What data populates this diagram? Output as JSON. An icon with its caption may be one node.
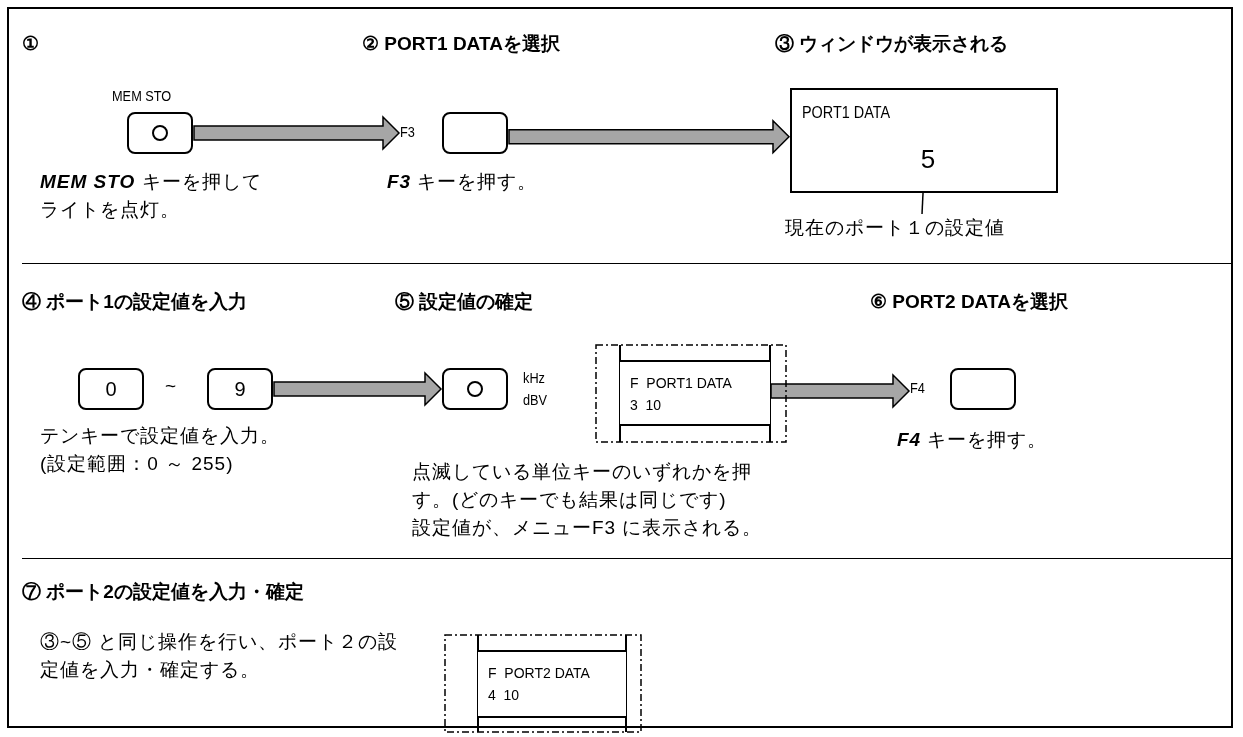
{
  "diagram": {
    "nodes": [
      {
        "text": [],
        "shape": "box",
        "beside": [
          "MEM STO"
        ]
      },
      {
        "text": [],
        "shape": "box",
        "beside": [
          "F3"
        ]
      },
      {
        "text": [
          "PORT1 DATA"
        ]
      },
      {
        "text": [
          "5"
        ],
        "in": 2
      },
      {
        "text": [
          "現在のポート１の設定値"
        ]
      },
      {
        "text": [
          "0"
        ]
      },
      {
        "text": [
          "9"
        ]
      },
      {
        "text": [],
        "shape": "box",
        "beside": [
          "kHz",
          "dBV"
        ]
      },
      {
        "text": [
          "F  PORT1 DATA",
          "3  10"
        ]
      },
      {
        "text": [],
        "shape": "box",
        "beside": [
          "F4"
        ]
      },
      {
        "text": [
          "F  PORT2 DATA",
          "4  10"
        ]
      }
    ],
    "edges": [
      {
        "from": 0,
        "to": 1,
        "arrow": "to"
      },
      {
        "from": 1,
        "to": 2,
        "arrow": "to"
      },
      {
        "from": 4,
        "to": 3,
        "arrow": "none"
      },
      {
        "from": 6,
        "to": 7,
        "arrow": "to"
      },
      {
        "from": 8,
        "to": 9,
        "arrow": "to"
      }
    ],
    "labels": [
      "①",
      "② PORT1 DATAを選択",
      "③ ウィンドウが表示される",
      "**MEM STO** キーを押してライトを点灯。",
      "**F3** キーを押す。",
      "④ ポート1の設定値を入力",
      "⑤ 設定値の確定",
      "⑥ PORT2 DATAを選択",
      "~",
      "テンキーで設定値を入力。",
      "(設定範囲：0 ～ 255)",
      "点滅している単位キーのいずれかを押す。(どのキーでも結果は同じです)",
      "設定値が、メニューF3 に表示される。",
      "**F4** キーを押す。",
      "⑦ ポート2の設定値を入力・確定",
      "③~⑤ と同じ操作を行い、ポート２の設定値を入力・確定する。"
    ]
  }
}
